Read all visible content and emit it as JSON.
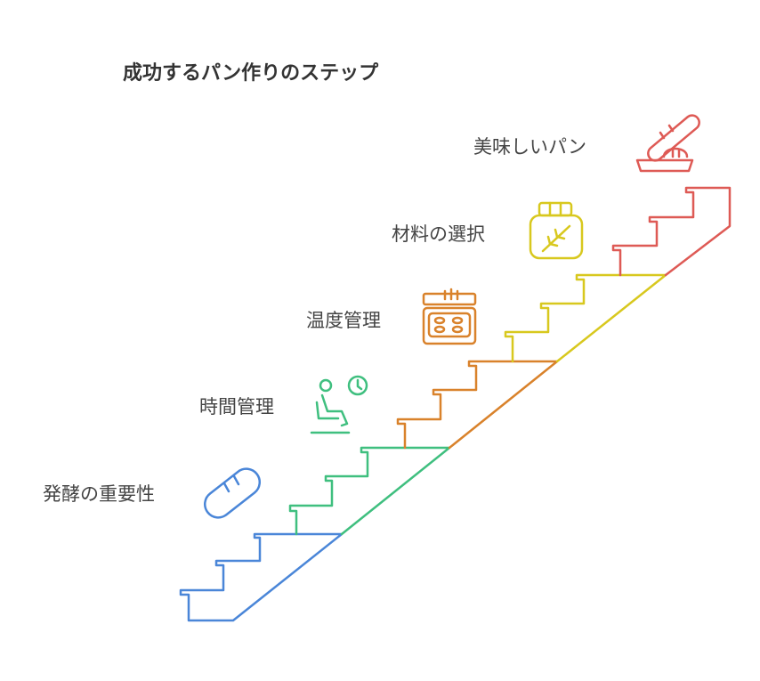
{
  "title": "成功するパン作りのステップ",
  "colors": {
    "blue": "#4a86d8",
    "green": "#3fbf7f",
    "orange": "#d9822b",
    "yellow": "#d8c81e",
    "red": "#de5a55",
    "text": "#444444"
  },
  "steps": [
    {
      "label": "発酵の重要性",
      "color": "#4a86d8",
      "icon": "bread-loaf-icon"
    },
    {
      "label": "時間管理",
      "color": "#3fbf7f",
      "icon": "person-waiting-clock-icon"
    },
    {
      "label": "温度管理",
      "color": "#d9822b",
      "icon": "oven-heat-icon"
    },
    {
      "label": "材料の選択",
      "color": "#d8c81e",
      "icon": "ingredient-jar-icon"
    },
    {
      "label": "美味しいパン",
      "color": "#de5a55",
      "icon": "bread-basket-icon"
    }
  ]
}
